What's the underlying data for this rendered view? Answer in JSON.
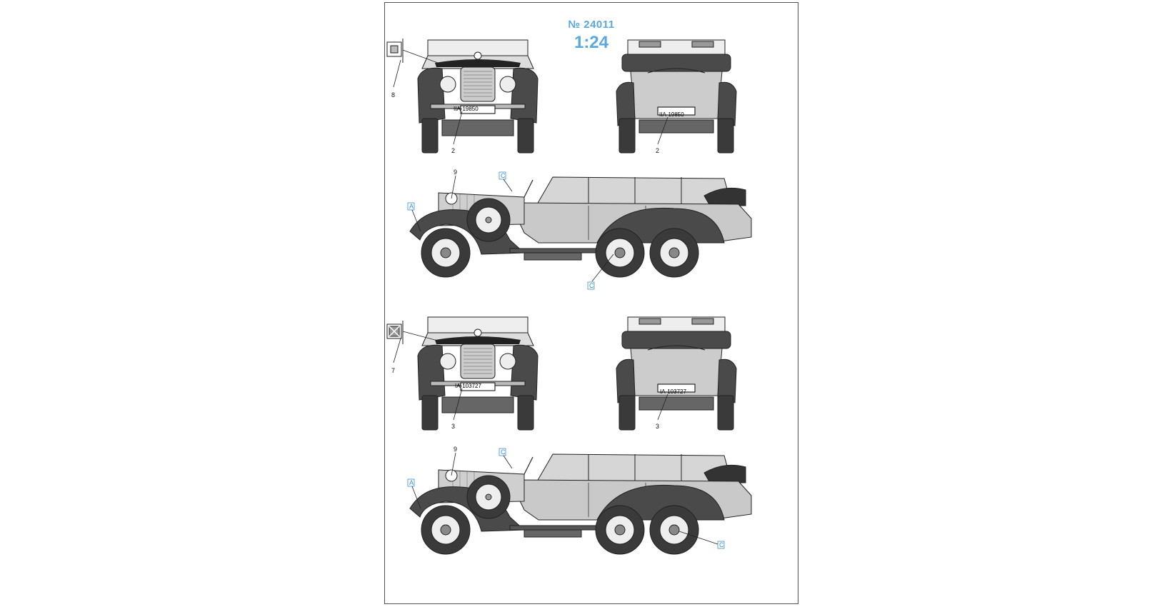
{
  "header": {
    "kit_number": "№ 24011",
    "scale": "1:24"
  },
  "colors": {
    "accent": "#5aa8e0",
    "body": "#c9c9c9",
    "fender": "#4a4a4a",
    "tire": "#3a3a3a",
    "line": "#222222"
  },
  "variants": [
    {
      "front": {
        "plate": "IIA-19850",
        "callout_plate": "2",
        "callout_flag": "8",
        "flag_icon": "pennant-square-icon"
      },
      "rear": {
        "plate": "IIA-19850",
        "callout_plate": "2"
      },
      "side": {
        "callout_top": "9",
        "callout_front": "A",
        "callout_windshield": "C",
        "callout_wheel": "C"
      }
    },
    {
      "front": {
        "plate": "IA-103727",
        "callout_plate": "3",
        "callout_flag": "7",
        "flag_icon": "pennant-cross-icon"
      },
      "rear": {
        "plate": "IA-103727",
        "callout_plate": "3"
      },
      "side": {
        "callout_top": "9",
        "callout_front": "A",
        "callout_windshield": "C",
        "callout_wheel": "C"
      }
    }
  ]
}
